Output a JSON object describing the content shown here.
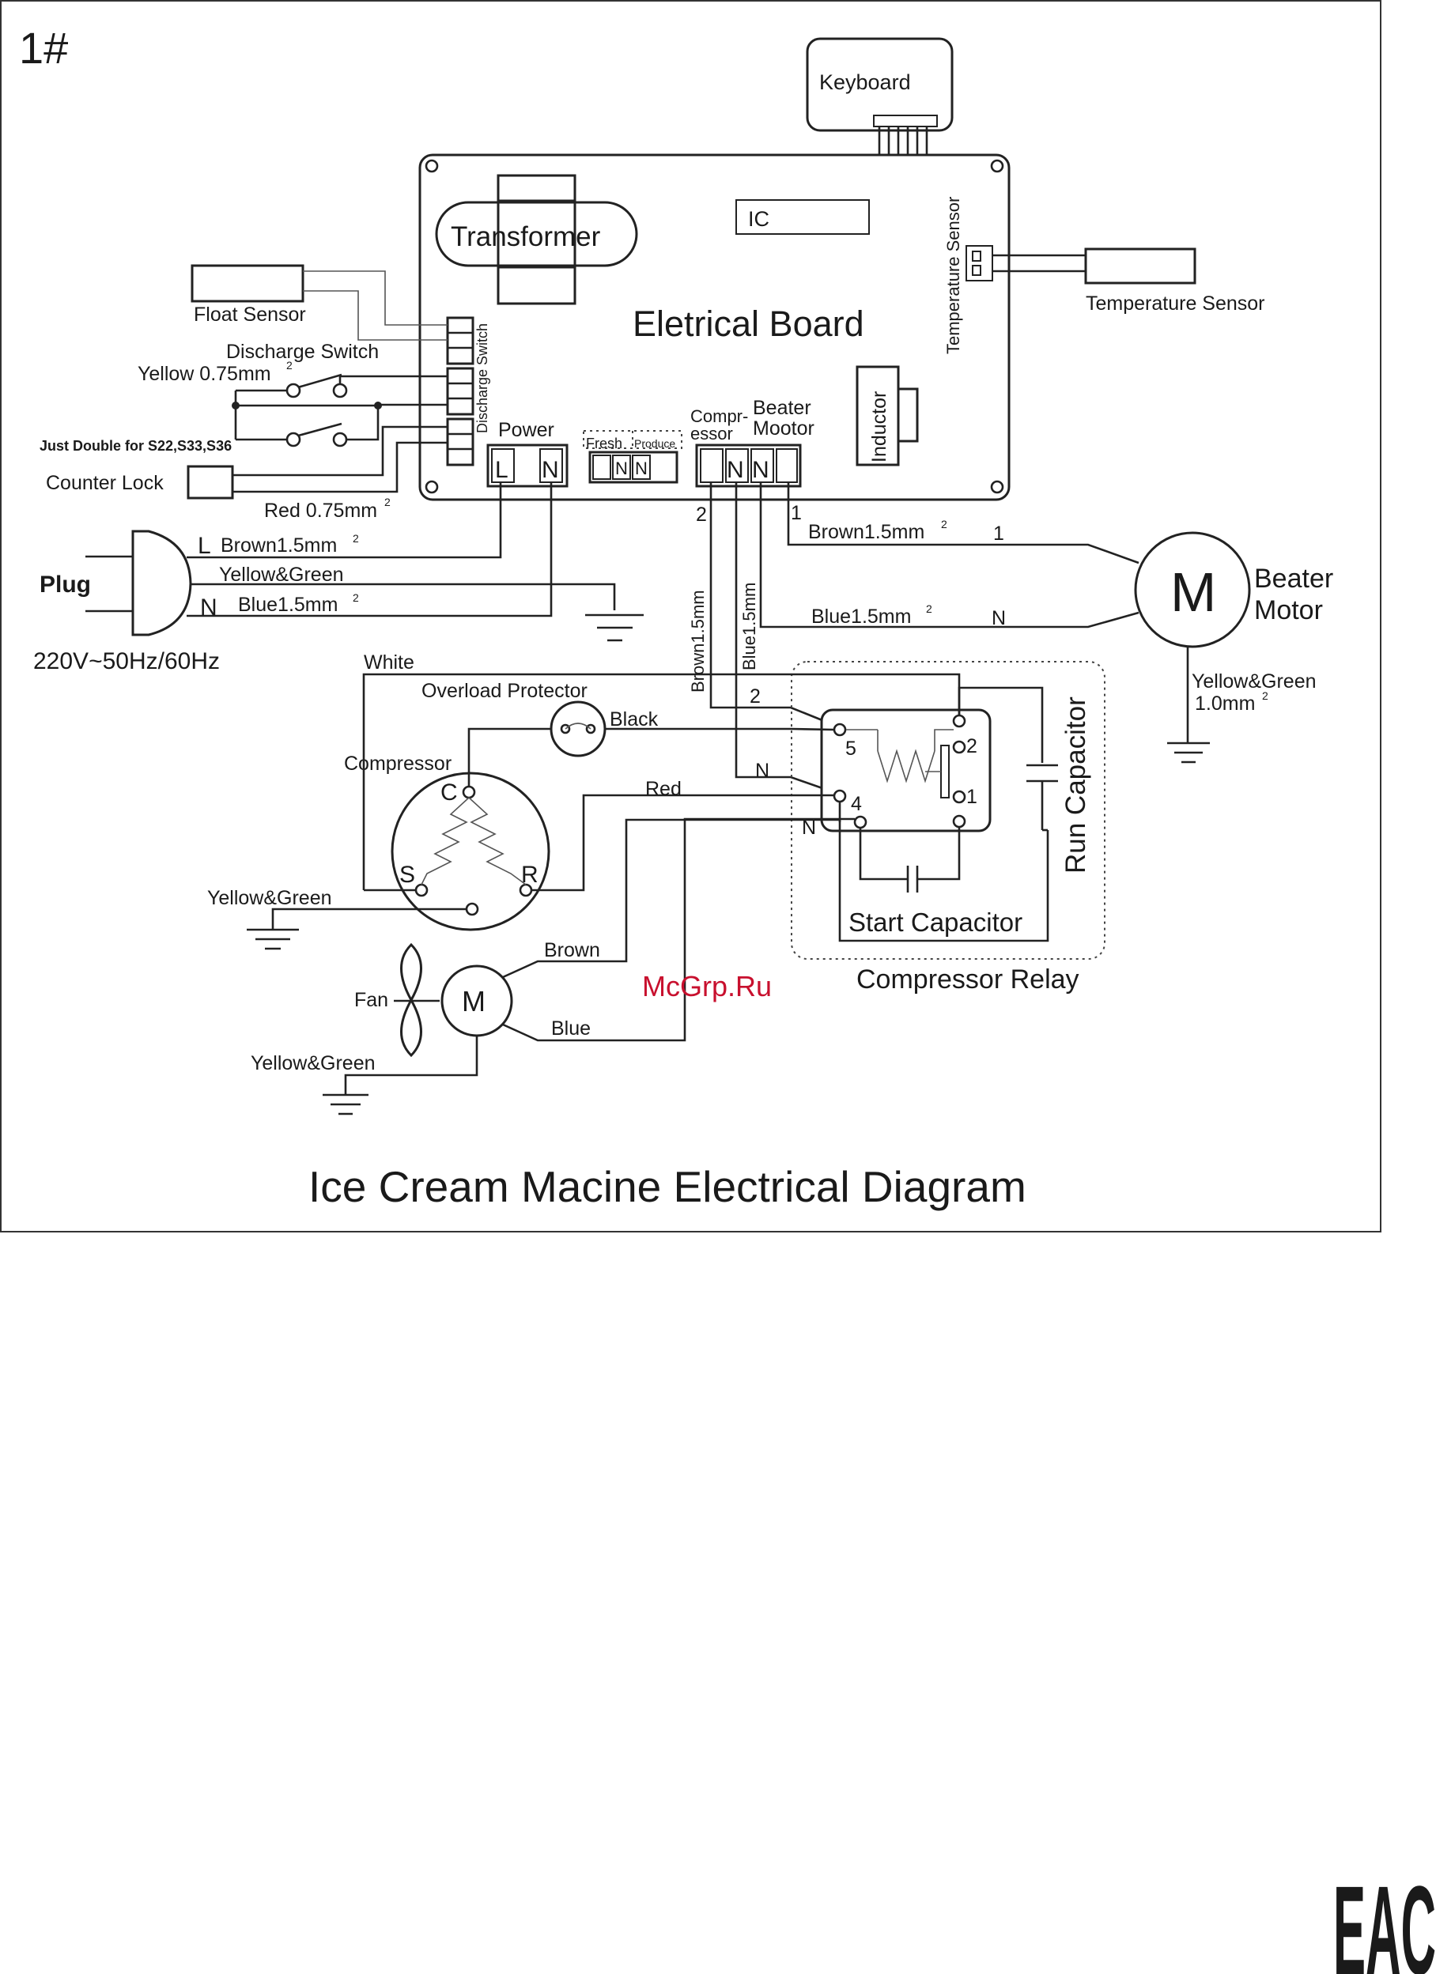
{
  "figure_number": "1#",
  "title": "Ice Cream Macine Electrical Diagram",
  "watermark": "McGrp.Ru",
  "watermark_color": "#c8102e",
  "eac_mark": "EAC",
  "board": {
    "name": "Eletrical Board",
    "transformer": "Transformer",
    "ic": "IC",
    "inductor": "Inductor",
    "keyboard": "Keyboard",
    "temperature_sensor_port": "Temperature Sensor",
    "discharge_switch_port": "Discharge Switch",
    "power_label": "Power",
    "power_l": "L",
    "power_n": "N",
    "fresh": "Fresh",
    "produce": "Produce",
    "fresh_n1": "N",
    "fresh_n2": "N",
    "compressor_port_line1": "Compr-",
    "compressor_port_line2": "essor",
    "beater_port_line1": "Beater",
    "beater_port_line2": "Mootor",
    "compressor_n": "N",
    "beater_n": "N",
    "pin_2": "2",
    "pin_1": "1"
  },
  "left_components": {
    "float_sensor": "Float Sensor",
    "discharge_switch": "Discharge Switch",
    "yellow_wire": "Yellow 0.75mm",
    "just_double": "Just Double for S22,S33,S36",
    "counter_lock": "Counter  Lock",
    "red_wire": "Red 0.75mm",
    "sup2": "2"
  },
  "temperature_sensor": "Temperature Sensor",
  "plug": {
    "label": "Plug",
    "rating": "220V~50Hz/60Hz",
    "l": "L",
    "n": "N",
    "brown": "Brown1.5mm",
    "yellow_green": "Yellow&Green",
    "blue": "Blue1.5mm"
  },
  "beater_motor": {
    "symbol": "M",
    "line1": "Beater",
    "line2": "Motor",
    "brown": "Brown1.5mm",
    "blue": "Blue1.5mm",
    "pin1": "1",
    "pinN": "N",
    "ground_line1": "Yellow&Green",
    "ground_line2": "1.0mm"
  },
  "vertical_wires": {
    "brown": "Brown1.5mm",
    "blue": "Blue1.5mm"
  },
  "compressor": {
    "label": "Compressor",
    "c": "C",
    "s": "S",
    "r": "R",
    "overload_protector": "Overload Protector",
    "white": "White",
    "black": "Black",
    "red": "Red",
    "yellow_green": "Yellow&Green"
  },
  "relay": {
    "label": "Compressor Relay",
    "run_capacitor": "Run Capacitor",
    "start_capacitor": "Start Capacitor",
    "t5": "5",
    "t4": "4",
    "t2": "2",
    "t1": "1",
    "w2": "2",
    "wN": "N",
    "wN2": "N"
  },
  "fan": {
    "label": "Fan",
    "symbol": "M",
    "brown": "Brown",
    "blue": "Blue",
    "yellow_green": "Yellow&Green"
  }
}
